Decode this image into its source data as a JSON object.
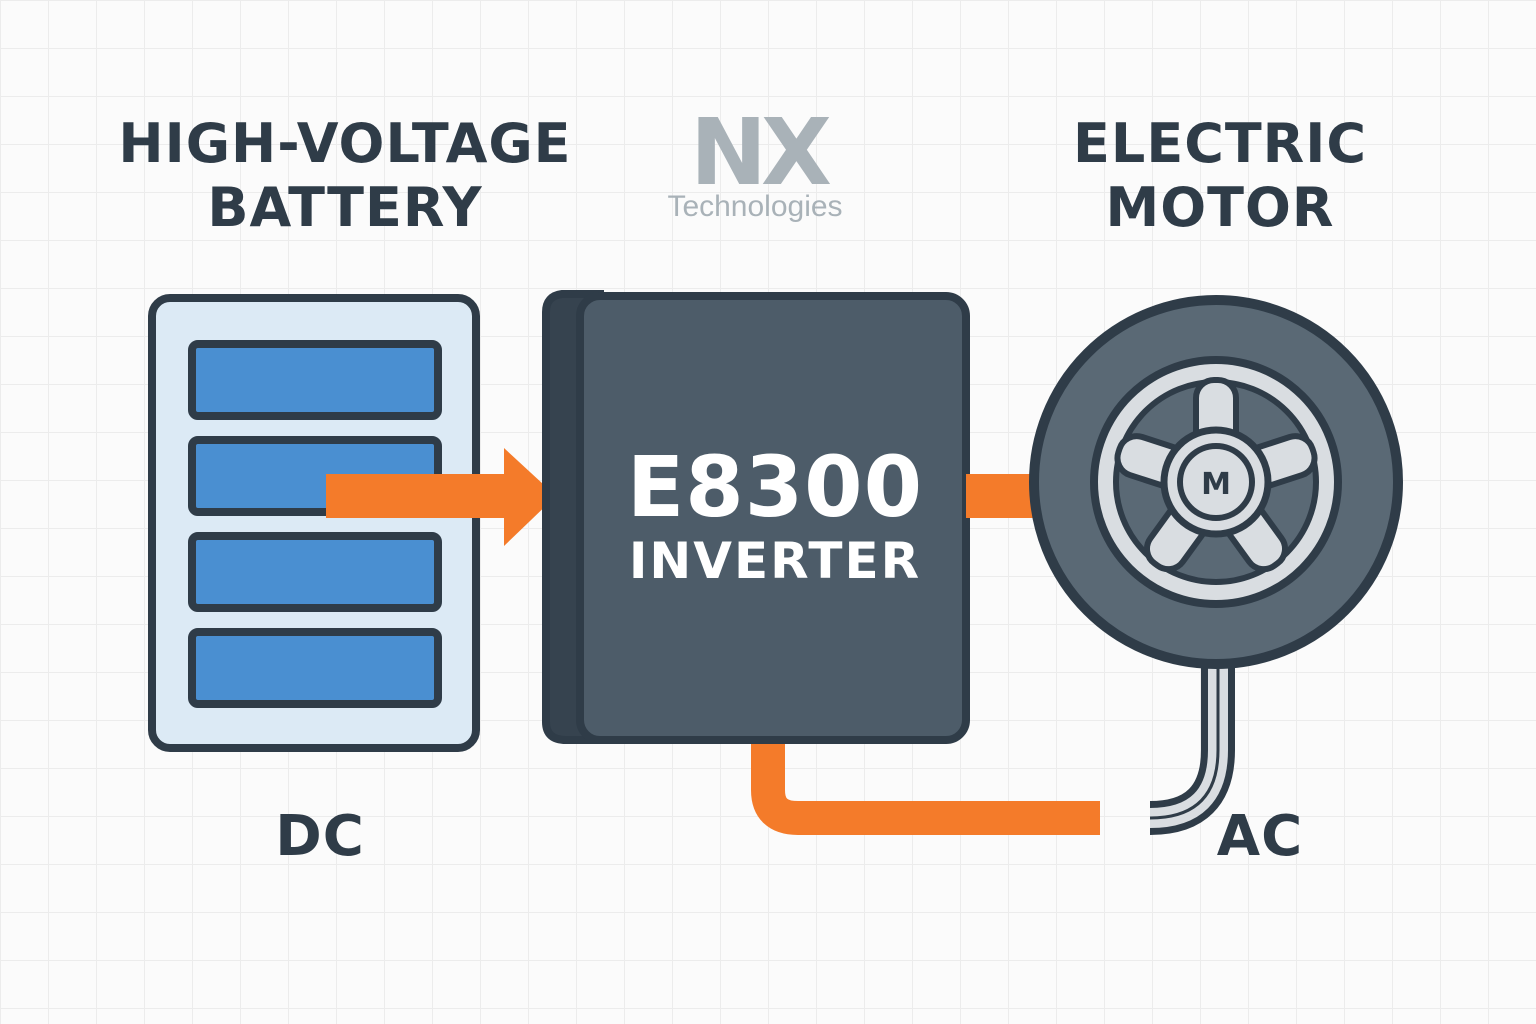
{
  "brand": {
    "logo_mark": "NX",
    "logo_text": "Technologies"
  },
  "battery": {
    "title": "HIGH-VOLTAGE\nBATTERY",
    "current_type": "DC",
    "cell_count": 4
  },
  "inverter": {
    "model": "E8300",
    "name": "INVERTER"
  },
  "motor": {
    "title": "ELECTRIC\nMOTOR",
    "symbol": "M",
    "current_type": "AC"
  },
  "colors": {
    "outline": "#2f3c48",
    "cell_fill": "#4a8fd1",
    "battery_case": "#dceaf5",
    "inverter_body": "#4d5c69",
    "inverter_side": "#36434f",
    "motor_body": "#5a6975",
    "motor_hub": "#d9dde1",
    "flow_arrow": "#f47b2a",
    "logo_gray": "#a9b2b8"
  }
}
